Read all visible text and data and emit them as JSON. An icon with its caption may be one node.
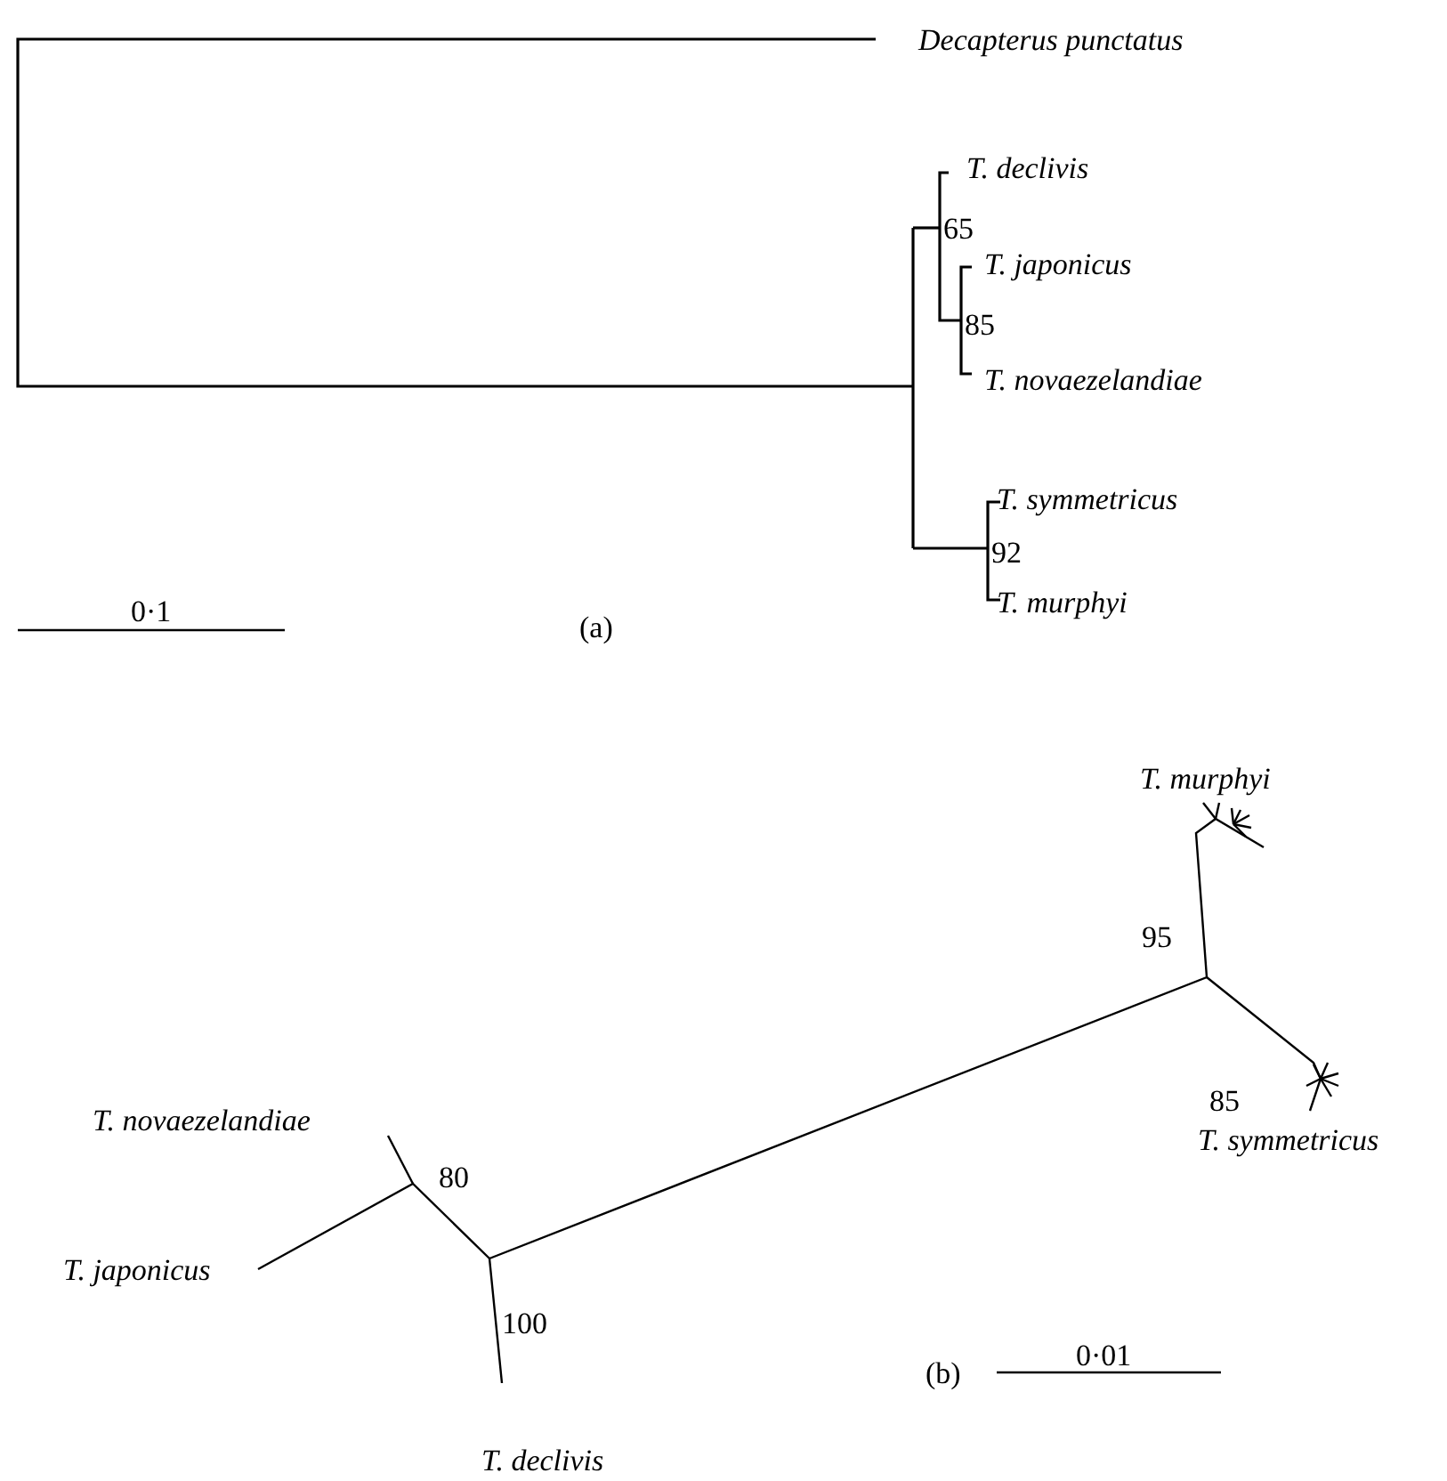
{
  "diagram": {
    "labels": [
      "Decapterus punctatus",
      "T. declivis",
      "65",
      "T. japonicus",
      "85",
      "T. novaezelandiae",
      "T. symmetricus",
      "92",
      "T. murphyi",
      "0·1",
      "(a)",
      "T. murphyi",
      "95",
      "85",
      "T. novaezelandiae",
      "80",
      "T. symmetricus",
      "T. japonicus",
      "100",
      "(b)",
      "0·01",
      "T. declivis"
    ]
  }
}
